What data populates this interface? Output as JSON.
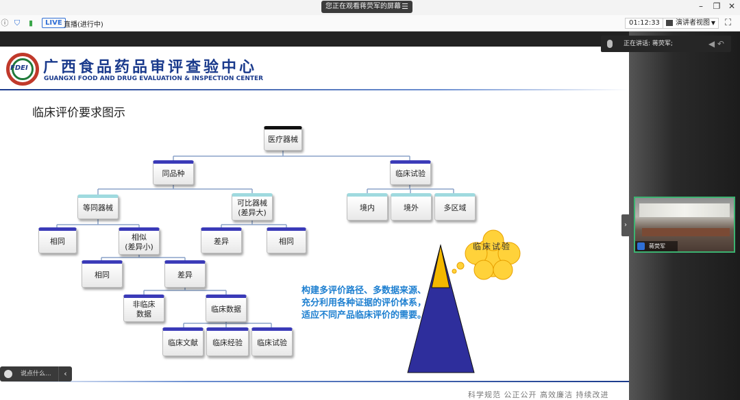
{
  "titlebar": {
    "share_notice": "您正在观看蒋荧军的屏幕",
    "menu_icon": "menu-icon",
    "controls": [
      "minimize-icon",
      "restore-icon",
      "close-icon"
    ]
  },
  "toolbar": {
    "live_badge": "LIVE",
    "live_status": "直播(进行中)",
    "timer": "01:12:33",
    "view_mode": "演讲者视图"
  },
  "speaker": {
    "label": "正在讲话: 蒋荧军;"
  },
  "video": {
    "name": "蒋荧军"
  },
  "chat": {
    "placeholder": "说点什么..."
  },
  "slide": {
    "org_name_cn": "广西食品药品审评查验中心",
    "org_name_en": "GUANGXI FOOD AND DRUG EVALUATION & INSPECTION CENTER",
    "logo_text": "FDEI",
    "title": "临床评价要求图示",
    "tree": {
      "root": "医疗器械",
      "same_variety": "同品种",
      "clinical_trial": "临床试验",
      "equivalent_device": "等同器械",
      "comparable_device": "可比器械\n(差异大)",
      "domestic": "境内",
      "overseas": "境外",
      "multi_region": "多区域",
      "eq_same": "相同",
      "eq_similar": "相似\n(差异小)",
      "cmp_diff": "差异",
      "cmp_same": "相同",
      "sim_same": "相同",
      "sim_diff": "差异",
      "non_clinical": "非临床\n数据",
      "clinical_data": "临床数据",
      "lit": "临床文献",
      "exp": "临床经验",
      "trial": "临床试验"
    },
    "callout": "构建多评价路径、多数据来源、充分利用各种证据的评价体系，适应不同产品临床评价的需要。",
    "cloud_label": "临床试验",
    "footer": "科学规范  公正公开  高效廉洁  持续改进"
  },
  "colors": {
    "brand_blue": "#1a3a8c",
    "callout_blue": "#1d7fd0",
    "pyramid_blue": "#2e2e9c",
    "pyramid_tip": "#f3b800",
    "cloud_yellow": "#ffd23a"
  }
}
